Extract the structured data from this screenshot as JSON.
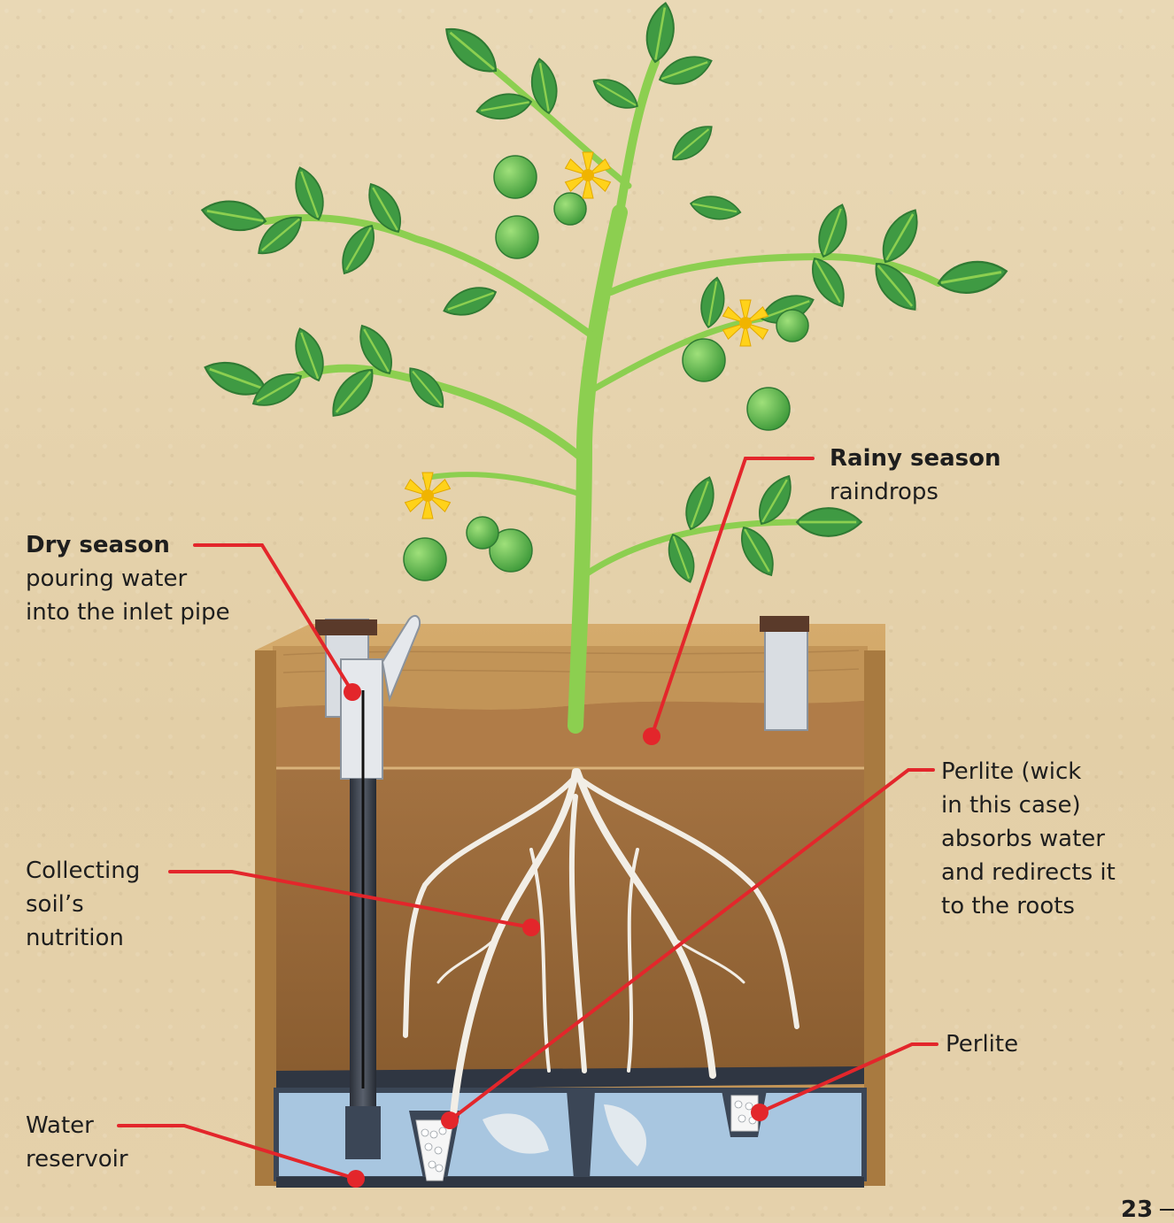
{
  "labels": {
    "dry_season": {
      "title": "Dry season",
      "line1": "pouring water",
      "line2": "into the inlet pipe"
    },
    "rainy_season": {
      "title": "Rainy season",
      "line1": "raindrops"
    },
    "perlite_wick": {
      "line1": "Perlite (wick",
      "line2": "in this case)",
      "line3": "absorbs water",
      "line4": "and redirects it",
      "line5": "to the roots"
    },
    "collecting": {
      "line1": "Collecting",
      "line2": "soil’s",
      "line3": "nutrition"
    },
    "perlite": {
      "line1": "Perlite"
    },
    "water_reservoir": {
      "line1": "Water",
      "line2": "reservoir"
    }
  },
  "page_number": "23",
  "colors": {
    "background": "#e6d3ae",
    "leader_line": "#e3262b",
    "leaf": "#3f9a43",
    "stem": "#8ccf50",
    "fruit": "#5fb94c",
    "flower": "#ffd21a",
    "wood": "#c89a5a",
    "soil": "#9a6a3a",
    "water": "#a8c6e0",
    "root": "#f2eee6"
  },
  "icons": [
    "tomato-plant",
    "inlet-pipe",
    "wooden-planter",
    "perlite-wick",
    "water-reservoir"
  ]
}
